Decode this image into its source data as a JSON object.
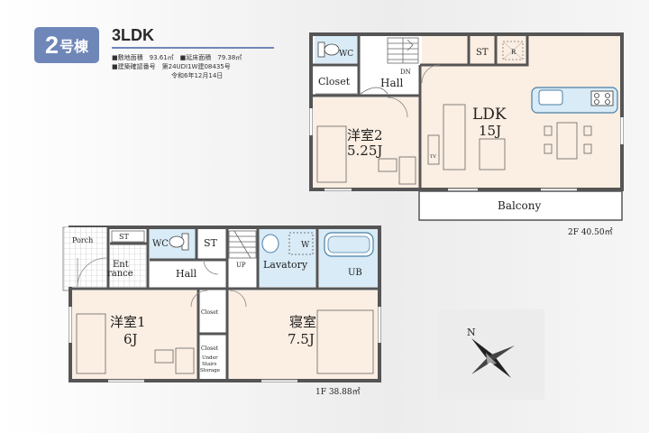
{
  "header": {
    "badge_number": "2",
    "badge_suffix": "号棟",
    "layout_type": "3LDK",
    "spec_line1": "■敷地面積　93.61㎡　■延床面積　79.38㎡",
    "spec_line2": "■建築確認番号　第24UDI1W建08435号",
    "spec_line3": "令和6年12月14日"
  },
  "floor2": {
    "wc": "WC",
    "closet": "Closet",
    "hall": "Hall",
    "dn": "DN",
    "st": "ST",
    "r": "R",
    "room2_name": "洋室2",
    "room2_size": "5.25J",
    "ldk_name": "LDK",
    "ldk_size": "15J",
    "tv": "TV",
    "balcony": "Balcony",
    "area": "2F 40.50㎡"
  },
  "floor1": {
    "porch": "Porch",
    "st1": "ST",
    "entrance_1": "Ent",
    "entrance_2": "rance",
    "wc": "WC",
    "st2": "ST",
    "hall": "Hall",
    "up": "UP",
    "w": "W",
    "lavatory": "Lavatory",
    "ub": "UB",
    "closet1": "Closet",
    "closet2": "Closet",
    "under_1": "Under",
    "under_2": "Stairs",
    "under_3": "Storage",
    "room1_name": "洋室1",
    "room1_size": "6J",
    "bedroom_name": "寝室",
    "bedroom_size": "7.5J",
    "area": "1F 38.88㎡"
  },
  "compass": {
    "north": "N"
  },
  "colors": {
    "badge": "#6f87b8",
    "room_fill": "#fbeee2",
    "wet_fill": "#d8ebf6",
    "wall": "#555555"
  }
}
